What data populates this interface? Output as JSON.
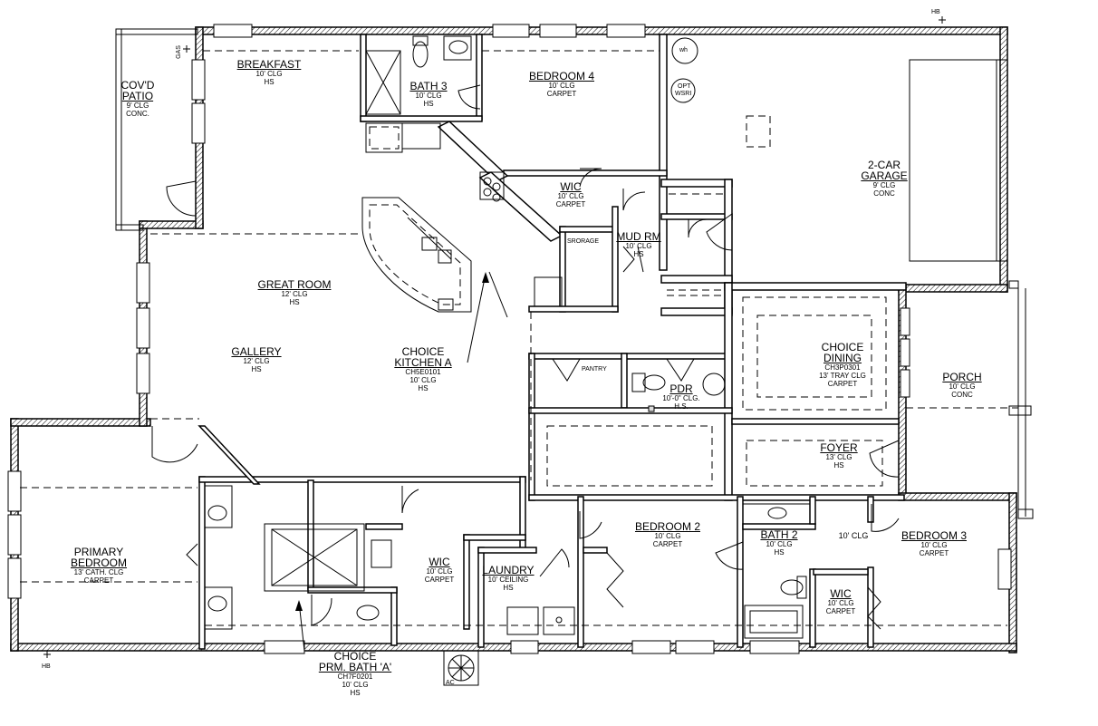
{
  "rooms": {
    "covd_patio": {
      "line1": "COV'D",
      "line2": "PATIO",
      "sub1": "9' CLG",
      "sub2": "CONC."
    },
    "breakfast": {
      "name": "BREAKFAST",
      "sub1": "10' CLG",
      "sub2": "HS"
    },
    "bath3": {
      "name": "BATH 3",
      "sub1": "10' CLG",
      "sub2": "HS"
    },
    "bedroom4": {
      "name": "BEDROOM 4",
      "sub1": "10' CLG",
      "sub2": "CARPET"
    },
    "garage": {
      "line1": "2-CAR",
      "line2": "GARAGE",
      "sub1": "9' CLG",
      "sub2": "CONC"
    },
    "wic_top": {
      "name": "WIC",
      "sub1": "10' CLG",
      "sub2": "CARPET"
    },
    "mud_rm": {
      "name": "MUD RM",
      "sub1": "10' CLG",
      "sub2": "HS"
    },
    "great_room": {
      "name": "GREAT ROOM",
      "sub1": "12' CLG",
      "sub2": "HS"
    },
    "gallery": {
      "name": "GALLERY",
      "sub1": "12' CLG",
      "sub2": "HS"
    },
    "kitchen": {
      "line1": "CHOICE",
      "line2": "KITCHEN A",
      "sub1": "CH5E0101",
      "sub2": "10' CLG",
      "sub3": "HS"
    },
    "dining": {
      "line1": "CHOICE",
      "line2": "DINING",
      "sub1": "CH3P0301",
      "sub2": "13' TRAY CLG",
      "sub3": "CARPET"
    },
    "porch": {
      "name": "PORCH",
      "sub1": "10' CLG",
      "sub2": "CONC"
    },
    "pdr": {
      "name": "PDR",
      "sub1": "10'-0\" CLG.",
      "sub2": "H.S."
    },
    "foyer": {
      "name": "FOYER",
      "sub1": "13' CLG",
      "sub2": "HS"
    },
    "primary_bedroom": {
      "line1": "PRIMARY",
      "line2": "BEDROOM",
      "sub1": "13' CATH. CLG",
      "sub2": "CARPET"
    },
    "wic_primary": {
      "name": "WIC",
      "sub1": "10' CLG",
      "sub2": "CARPET"
    },
    "laundry": {
      "name": "LAUNDRY",
      "sub1": "10' CEILING",
      "sub2": "HS"
    },
    "bedroom2": {
      "name": "BEDROOM 2",
      "sub1": "10' CLG",
      "sub2": "CARPET"
    },
    "bath2": {
      "name": "BATH 2",
      "sub1": "10' CLG",
      "sub2": "HS"
    },
    "bedroom3": {
      "name": "BEDROOM 3",
      "sub1": "10' CLG",
      "sub2": "CARPET"
    },
    "wic_bed3": {
      "name": "WIC",
      "sub1": "10' CLG",
      "sub2": "CARPET"
    },
    "hall_clg": {
      "text": "10' CLG"
    },
    "prm_bath": {
      "line1": "CHOICE",
      "line2": "PRM. BATH 'A'",
      "sub1": "CH7F0201",
      "sub2": "10' CLG",
      "sub3": "HS"
    }
  },
  "small_labels": {
    "pantry": "PANTRY",
    "storage": "SRORAGE",
    "wh": "wh",
    "opt1": "OPT",
    "opt2": "WSRI",
    "gas": "GAS",
    "hb1": "HB",
    "hb2": "HB",
    "ac": "AC"
  }
}
